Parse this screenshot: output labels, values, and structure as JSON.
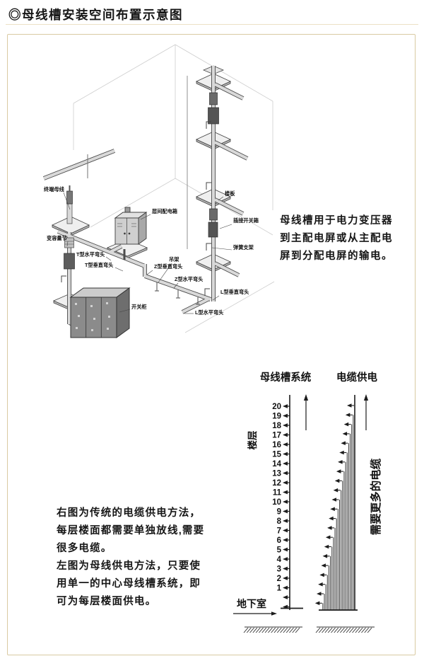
{
  "page": {
    "title": "◎母线槽安装空间布置示意图"
  },
  "colors": {
    "frame_border": "#d9caa2",
    "text": "#1a1a1a",
    "line": "#1c1c1c"
  },
  "iso": {
    "labels": [
      {
        "text": "终端母线"
      },
      {
        "text": "变容量节"
      },
      {
        "text": "T型水平弯头"
      },
      {
        "text": "T型垂直弯头"
      },
      {
        "text": "层间配电箱"
      },
      {
        "text": "楼板"
      },
      {
        "text": "插接开关箱"
      },
      {
        "text": "弹簧支架"
      },
      {
        "text": "吊架"
      },
      {
        "text": "Z型垂直弯头"
      },
      {
        "text": "Z型水平弯头"
      },
      {
        "text": "L型垂直弯头"
      },
      {
        "text": "L型水平弯头"
      },
      {
        "text": "开关柜"
      }
    ],
    "note_lines": [
      "母线槽用于电力变压器",
      "到主配电屏或从主配电",
      "屏到分配电屏的输电。"
    ]
  },
  "bottom_note": {
    "lines": [
      "右图为传统的电缆供电方法，",
      "每层楼面都需要单独放线,需要",
      "很多电缆。",
      "左图为母线供电方法，只要使",
      "用单一的中心母线槽系统，即",
      "可为每层楼面供电。"
    ]
  },
  "chart_data": {
    "type": "diagram",
    "subtype": "riser-comparison",
    "left_title": "母线槽系统",
    "right_title": "电缆供电",
    "floor_axis_label": "楼层",
    "floors": [
      20,
      19,
      18,
      17,
      16,
      15,
      14,
      13,
      12,
      11,
      10,
      9,
      8,
      7,
      6,
      5,
      4,
      3,
      2,
      1
    ],
    "unlabeled_feeder_arrows": 2,
    "basement_label": "地下室",
    "cable_note": "需要更多的电缆",
    "cable_count": 22,
    "legend_position": "none",
    "grid": false
  }
}
